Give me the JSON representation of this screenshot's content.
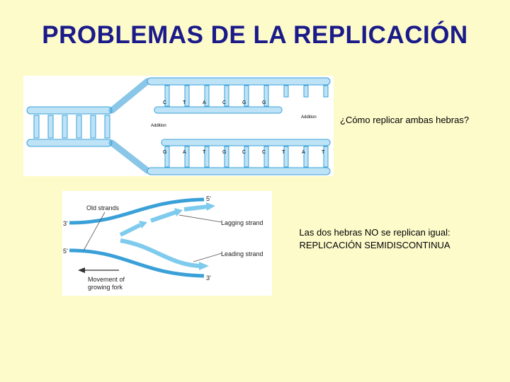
{
  "slide": {
    "title": "PROBLEMAS DE LA REPLICACIÓN",
    "question": "¿Cómo replicar ambas hebras?",
    "note_line1": "Las dos hebras NO se replican igual:",
    "note_line2": "REPLICACIÓN SEMIDISCONTINUA"
  },
  "figure1": {
    "label_addition_top": "Addition",
    "label_addition_bottom": "Addition",
    "top_bases": [
      "C",
      "T",
      "A",
      "C",
      "G",
      "G"
    ],
    "bottom_bases": [
      "G",
      "A",
      "T",
      "G",
      "C",
      "C",
      "T",
      "A",
      "T"
    ]
  },
  "figure2": {
    "old_strands": "Old strands",
    "lagging": "Lagging strand",
    "leading": "Leading strand",
    "movement_line1": "Movement of",
    "movement_line2": "growing fork",
    "end_3_left": "3'",
    "end_5_left": "5'",
    "end_5_right": "5'",
    "end_3_right": "3'"
  },
  "colors": {
    "title": "#1a1a8a",
    "background": "#fdfbca",
    "strand_blue": "#3aa0d8",
    "strand_light": "#bfe3f6"
  }
}
